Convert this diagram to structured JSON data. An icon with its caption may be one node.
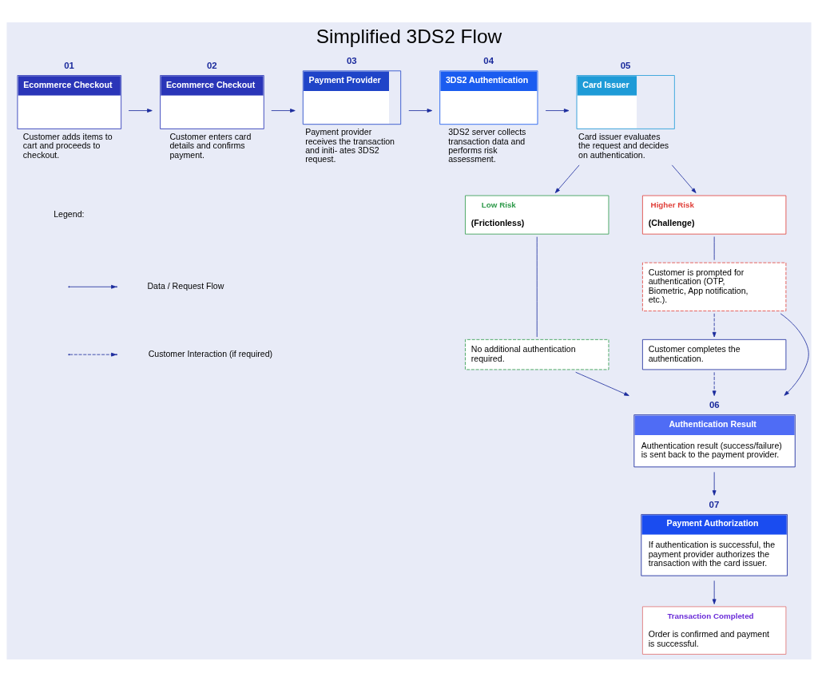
{
  "diagram": {
    "title": "Simplified 3DS2 Flow",
    "nodes": [
      {
        "text": [
          "01",
          "Ecommerce Checkout"
        ],
        "beside": [
          "Customer adds items to cart and proceeds to checkout."
        ]
      },
      {
        "text": [
          "02",
          "Ecommerce Checkout"
        ],
        "beside": [
          "Customer enters card details and confirms payment."
        ]
      },
      {
        "text": [
          "03",
          "Payment Provider"
        ],
        "beside": [
          "Payment provider receives the transaction and initi- ates 3DS2 request."
        ]
      },
      {
        "text": [
          "04",
          "3DS2 Authentication"
        ],
        "beside": [
          "3DS2 server collects transaction data and performs risk assessment."
        ]
      },
      {
        "text": [
          "05",
          "Card Issuer"
        ],
        "beside": [
          "Card issuer evaluates the request and decides on authentication."
        ]
      },
      {
        "text": [
          "Low Risk",
          "(Frictionless)"
        ]
      },
      {
        "text": [
          "Higher Risk",
          "(Challenge)"
        ]
      },
      {
        "text": [
          "No additional authentication required."
        ]
      },
      {
        "text": [
          "Customer is prompted for authentication (OTP, Biometric, App notification, etc.)."
        ]
      },
      {
        "text": [
          "Customer completes the authentication."
        ]
      },
      {
        "text": [
          "06",
          "Authentication Result",
          "Authentication result (success/failure) is sent back to the payment provider."
        ]
      },
      {
        "text": [
          "07",
          "Payment Authorization",
          "If authentication is successful, the payment provider authorizes the transaction with the card issuer."
        ]
      },
      {
        "text": [
          "Transaction Completed",
          "Order is confirmed and payment is successful."
        ]
      }
    ],
    "edges": [
      {
        "from": 0,
        "to": 1,
        "arrow": "to"
      },
      {
        "from": 1,
        "to": 2,
        "arrow": "to"
      },
      {
        "from": 2,
        "to": 3,
        "arrow": "to"
      },
      {
        "from": 3,
        "to": 4,
        "arrow": "to"
      },
      {
        "from": 4,
        "to": 5,
        "arrow": "to"
      },
      {
        "from": 4,
        "to": 6,
        "arrow": "to"
      },
      {
        "from": 5,
        "to": 7,
        "arrow": "none"
      },
      {
        "from": 6,
        "to": 8,
        "arrow": "none"
      },
      {
        "from": 7,
        "to": 10,
        "arrow": "to"
      },
      {
        "from": 8,
        "to": 10,
        "arrow": "to"
      },
      {
        "from": 8,
        "to": 9,
        "arrow": "to",
        "style": "dashed"
      },
      {
        "from": 9,
        "to": 10,
        "arrow": "to",
        "style": "dashed"
      },
      {
        "from": 10,
        "to": 11,
        "arrow": "to"
      },
      {
        "from": 11,
        "to": 12,
        "arrow": "to"
      }
    ],
    "labels": [
      "Legend:"
    ],
    "legend": [
      {
        "text": "Data / Request Flow"
      },
      {
        "text": "Customer Interaction (if required)"
      }
    ]
  }
}
